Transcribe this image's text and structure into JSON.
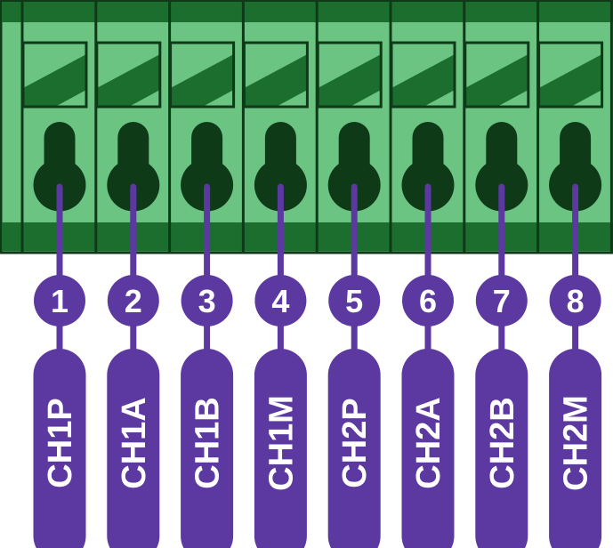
{
  "title": "8-pin terminal block pinout",
  "colors": {
    "outline": "#0e3a18",
    "dark_green": "#1c6e2e",
    "light_green": "#6cc482",
    "purple": "#5c39a0",
    "text": "#ffffff"
  },
  "pins": [
    {
      "number": "1",
      "label": "CH1P"
    },
    {
      "number": "2",
      "label": "CH1A"
    },
    {
      "number": "3",
      "label": "CH1B"
    },
    {
      "number": "4",
      "label": "CH1M"
    },
    {
      "number": "5",
      "label": "CH2P"
    },
    {
      "number": "6",
      "label": "CH2A"
    },
    {
      "number": "7",
      "label": "CH2B"
    },
    {
      "number": "8",
      "label": "CH2M"
    }
  ]
}
